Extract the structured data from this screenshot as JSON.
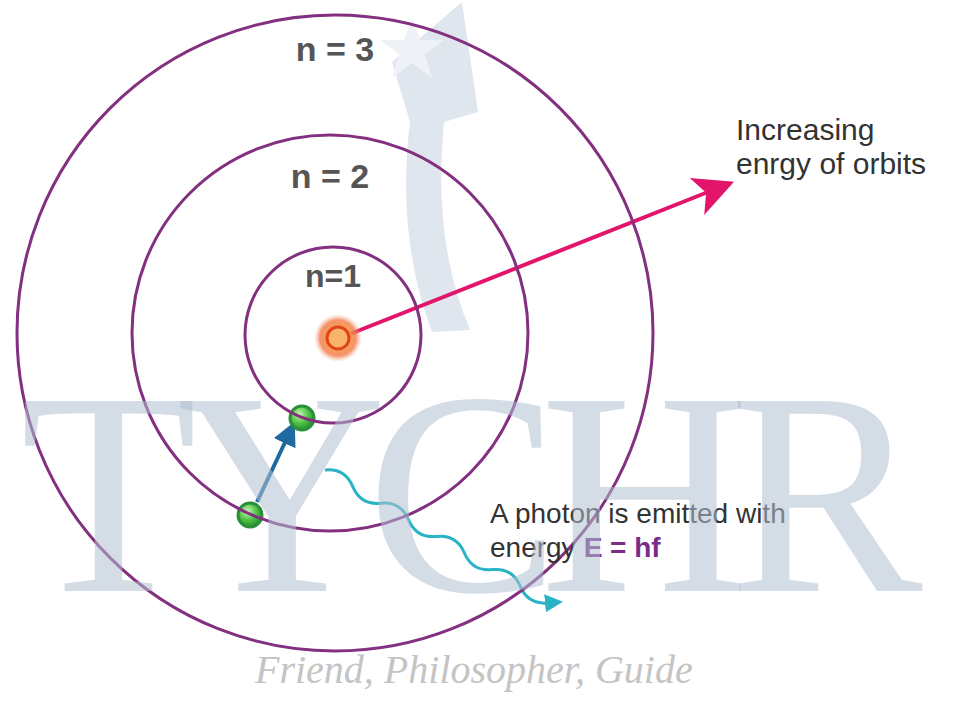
{
  "diagram": {
    "nodes": [
      {
        "text": [
          "n = 3"
        ]
      },
      {
        "text": [
          "n = 2"
        ],
        "in": 0
      },
      {
        "text": [
          "n=1"
        ],
        "in": 1
      }
    ],
    "labels": [
      "Increasing enrgy of orbits",
      "A photon is emitted with energy",
      "E = hf",
      "TYCHR",
      "Friend, Philosopher, Guide"
    ]
  }
}
